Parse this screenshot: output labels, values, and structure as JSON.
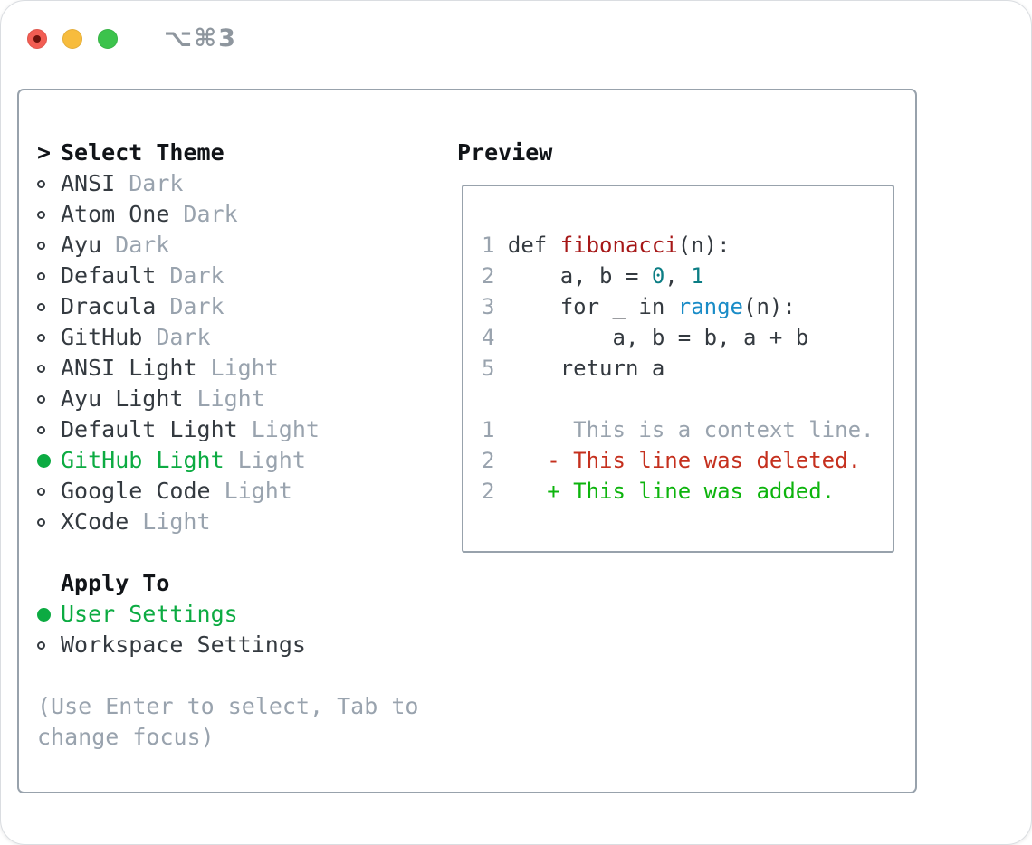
{
  "window": {
    "title": "⌥⌘3"
  },
  "titlebar": {
    "traffic_lights": [
      {
        "name": "close",
        "color": "#f25d53",
        "dot": "#6d120c"
      },
      {
        "name": "minimize",
        "color": "#f7bc3d"
      },
      {
        "name": "zoom",
        "color": "#3cc34c"
      }
    ]
  },
  "theme_picker": {
    "header_prefix": ">",
    "header_label": "Select Theme",
    "items": [
      {
        "label": "ANSI",
        "variant": "Dark",
        "selected": false
      },
      {
        "label": "Atom One",
        "variant": "Dark",
        "selected": false
      },
      {
        "label": "Ayu",
        "variant": "Dark",
        "selected": false
      },
      {
        "label": "Default",
        "variant": "Dark",
        "selected": false
      },
      {
        "label": "Dracula",
        "variant": "Dark",
        "selected": false
      },
      {
        "label": "GitHub",
        "variant": "Dark",
        "selected": false
      },
      {
        "label": "ANSI Light",
        "variant": "Light",
        "selected": false
      },
      {
        "label": "Ayu Light",
        "variant": "Light",
        "selected": false
      },
      {
        "label": "Default Light",
        "variant": "Light",
        "selected": false
      },
      {
        "label": "GitHub Light",
        "variant": "Light",
        "selected": true
      },
      {
        "label": "Google Code",
        "variant": "Light",
        "selected": false
      },
      {
        "label": "XCode",
        "variant": "Light",
        "selected": false
      }
    ],
    "apply_to_label": "Apply To",
    "apply_to_options": [
      {
        "label": "User Settings",
        "selected": true
      },
      {
        "label": "Workspace Settings",
        "selected": false
      }
    ],
    "hint_lines": [
      "(Use Enter to select, Tab to",
      "change focus)"
    ]
  },
  "preview": {
    "label": "Preview",
    "code_lines": [
      {
        "num": "1",
        "segments": [
          {
            "text": " def ",
            "color": "text"
          },
          {
            "text": "fibonacci",
            "color": "function_red"
          },
          {
            "text": "(n):",
            "color": "text"
          }
        ]
      },
      {
        "num": "2",
        "segments": [
          {
            "text": "     a, b = ",
            "color": "text"
          },
          {
            "text": "0",
            "color": "number_teal"
          },
          {
            "text": ", ",
            "color": "text"
          },
          {
            "text": "1",
            "color": "number_teal"
          }
        ]
      },
      {
        "num": "3",
        "segments": [
          {
            "text": "     for _ in ",
            "color": "text"
          },
          {
            "text": "range",
            "color": "builtin_blue"
          },
          {
            "text": "(n):",
            "color": "text"
          }
        ]
      },
      {
        "num": "4",
        "segments": [
          {
            "text": "         a, b = b, a + b",
            "color": "text"
          }
        ]
      },
      {
        "num": "5",
        "segments": [
          {
            "text": "     return a",
            "color": "text"
          }
        ]
      },
      {
        "num": "",
        "segments": []
      },
      {
        "num": "1",
        "segments": [
          {
            "text": "      This is a context line.",
            "color": "muted"
          }
        ]
      },
      {
        "num": "2",
        "segments": [
          {
            "text": "    ",
            "color": "text"
          },
          {
            "text": "- This line was deleted.",
            "color": "deleted_red"
          }
        ]
      },
      {
        "num": "2",
        "segments": [
          {
            "text": "    ",
            "color": "text"
          },
          {
            "text": "+ This line was added.",
            "color": "added_green"
          }
        ]
      }
    ]
  },
  "colors": {
    "text": "#343a40",
    "muted": "#99a3ae",
    "heading": "#111418",
    "green": "#0cab42",
    "function_red": "#a61717",
    "number_teal": "#0b7d84",
    "builtin_blue": "#1a8cc7",
    "deleted_red": "#c5301e",
    "added_green": "#0db40d",
    "panel_border": "#98a2ac",
    "title_gray": "#8e969e",
    "window_border": "#dadde1",
    "light_red": "#f25d53",
    "light_red_dot": "#6d120c",
    "light_yellow": "#f7bc3d",
    "light_green": "#3cc34c"
  }
}
